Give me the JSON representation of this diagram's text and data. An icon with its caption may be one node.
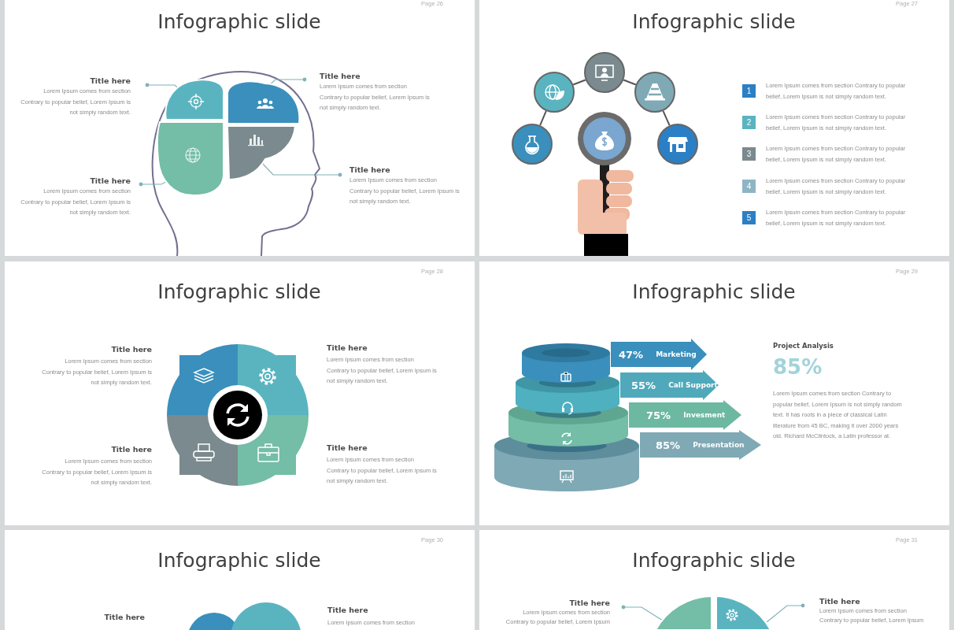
{
  "diagram": {
    "nodes": [
      {
        "text": [
          "Title here",
          "Lorem Ipsum comes from section Contrary to popular belief, Lorem Ipsum is not simply random text."
        ]
      },
      {
        "text": [
          "Title here",
          "Lorem Ipsum comes from section Contrary to popular belief, Lorem Ipsum is not simply random text."
        ]
      },
      {
        "text": [
          "Title here",
          "Lorem Ipsum comes from section Contrary to popular belief, Lorem Ipsum is not simply random text."
        ]
      },
      {
        "text": [
          "Title here",
          "Lorem Ipsum comes from section Contrary to popular belief, Lorem Ipsum is not simply random text."
        ]
      },
      {
        "text": [],
        "shape": "picture"
      },
      {
        "text": [],
        "shape": "picture"
      },
      {
        "text": [],
        "shape": "picture"
      },
      {
        "text": [],
        "shape": "picture"
      },
      {
        "text": [],
        "shape": "circle"
      },
      {
        "text": [],
        "shape": "circle"
      },
      {
        "text": [],
        "shape": "circle"
      },
      {
        "text": [],
        "shape": "circle"
      },
      {
        "text": [],
        "shape": "circle"
      },
      {
        "text": [
          "1"
        ],
        "beside": [
          "Lorem Ipsum comes from section Contrary to popular belief, Lorem Ipsum is not simply random text."
        ]
      },
      {
        "text": [
          "2"
        ],
        "beside": [
          "Lorem Ipsum comes from section Contrary to popular belief, Lorem Ipsum is not simply random text."
        ]
      },
      {
        "text": [
          "3"
        ],
        "beside": [
          "Lorem Ipsum comes from section Contrary to popular belief, Lorem Ipsum is not simply random text."
        ]
      },
      {
        "text": [
          "4"
        ],
        "beside": [
          "Lorem Ipsum comes from section Contrary to popular belief, Lorem Ipsum is not simply random text."
        ]
      },
      {
        "text": [
          "5"
        ],
        "beside": [
          "Lorem Ipsum comes from section Contrary to popular belief, Lorem Ipsum is not simply random text."
        ]
      },
      {
        "text": [
          "47%",
          "Marketing"
        ]
      },
      {
        "text": [
          "55%",
          "Call Support"
        ]
      },
      {
        "text": [
          "75%",
          "Invesment"
        ]
      },
      {
        "text": [
          "85%",
          "Presentation"
        ]
      },
      {
        "text": [
          "Title here",
          "Lorem Ipsum comes from section Contrary to popular belief, Lorem Ipsum"
        ]
      },
      {
        "text": [
          "Title here",
          "Lorem Ipsum comes from section Contrary to popular belief, Lorem Ipsum"
        ]
      },
      {
        "text": [],
        "shape": "picture"
      },
      {
        "text": [],
        "shape": "picture"
      }
    ],
    "edges": [
      {
        "from": 0,
        "to": 4,
        "arrow": "other"
      },
      {
        "from": 1,
        "to": 5,
        "arrow": "other"
      },
      {
        "from": 2,
        "to": 6,
        "arrow": "other"
      },
      {
        "from": 3,
        "to": 7,
        "arrow": "other"
      },
      {
        "from": 8,
        "to": 9,
        "arrow": "none",
        "color": "#555555"
      },
      {
        "from": 9,
        "to": 10,
        "arrow": "none",
        "color": "#555555"
      },
      {
        "from": 10,
        "to": 11,
        "arrow": "none",
        "color": "#555555"
      },
      {
        "from": 11,
        "to": 12,
        "arrow": "none",
        "color": "#555555"
      },
      {
        "from": 22,
        "to": 24,
        "arrow": "other"
      },
      {
        "from": 23,
        "to": 25,
        "arrow": "other"
      }
    ],
    "labels": [
      "Page 26",
      "Infographic slide",
      "Page 27",
      "Infographic slide",
      "Page 28",
      "Infographic slide",
      "Title here",
      "Lorem Ipsum comes from section Contrary to popular belief, Lorem Ipsum is not simply random text.",
      "Title here",
      "Lorem Ipsum comes from section Contrary to popular belief, Lorem Ipsum is not simply random text.",
      "Title here",
      "Lorem Ipsum comes from section Contrary to popular belief, Lorem Ipsum is not simply random text.",
      "Title here",
      "Lorem Ipsum comes from section Contrary to popular belief, Lorem Ipsum is not simply random text.",
      "Page 29",
      "Infographic slide",
      "Project Analysis",
      "85%",
      "Lorem Ipsum comes from section Contrary to popular belief, Lorem Ipsum is not simply random text. It has roots in a piece of classical Latin literature from 45 BC, making it over 2000 years old. Richard McClintock, a Latin professor at.",
      "Page 30",
      "Infographic slide",
      "Title here",
      "Title here",
      "Lorem Ipsum comes from section",
      "Page 31",
      "Infographic slide"
    ]
  }
}
